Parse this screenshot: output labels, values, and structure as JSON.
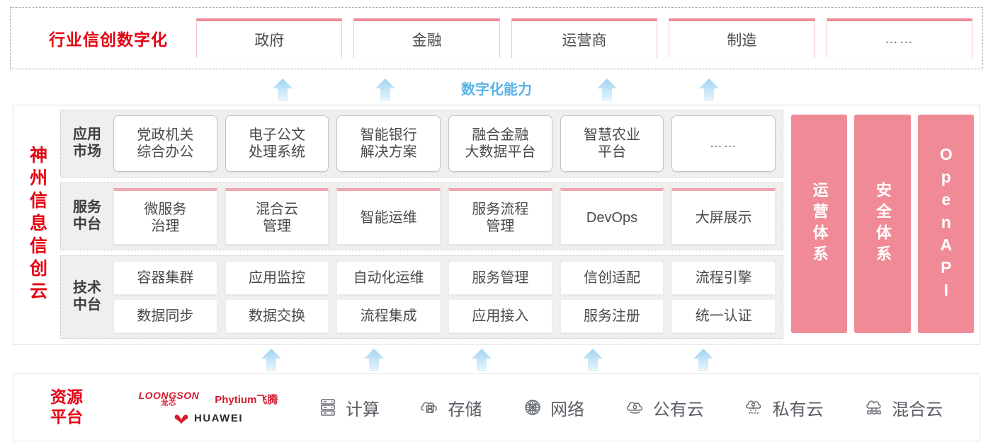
{
  "industry": {
    "title": "行业信创数字化",
    "cards": [
      {
        "label": "政府"
      },
      {
        "label": "金融"
      },
      {
        "label": "运营商"
      },
      {
        "label": "制造"
      },
      {
        "label": "……"
      }
    ]
  },
  "capability": {
    "label": "数字化能力",
    "arrow_count_top": 4,
    "arrow_count_bottom": 5,
    "arrow_color": "#bfe2f6"
  },
  "cloud": {
    "title": "神州信息信创云",
    "layers": [
      {
        "name": "app-market",
        "label": "应用\n市场",
        "cells": [
          {
            "label": "党政机关\n综合办公"
          },
          {
            "label": "电子公文\n处理系统"
          },
          {
            "label": "智能银行\n解决方案"
          },
          {
            "label": "融合金融\n大数据平台"
          },
          {
            "label": "智慧农业\n平台"
          },
          {
            "label": "……"
          }
        ]
      },
      {
        "name": "service-platform",
        "label": "服务\n中台",
        "cells": [
          {
            "label": "微服务\n治理"
          },
          {
            "label": "混合云\n管理"
          },
          {
            "label": "智能运维"
          },
          {
            "label": "服务流程\n管理"
          },
          {
            "label": "DevOps"
          },
          {
            "label": "大屏展示"
          }
        ]
      },
      {
        "name": "tech-platform",
        "label": "技术\n中台",
        "rows": [
          [
            {
              "label": "容器集群"
            },
            {
              "label": "应用监控"
            },
            {
              "label": "自动化运维"
            },
            {
              "label": "服务管理"
            },
            {
              "label": "信创适配"
            },
            {
              "label": "流程引擎"
            }
          ],
          [
            {
              "label": "数据同步"
            },
            {
              "label": "数据交换"
            },
            {
              "label": "流程集成"
            },
            {
              "label": "应用接入"
            },
            {
              "label": "服务注册"
            },
            {
              "label": "统一认证"
            }
          ]
        ]
      }
    ],
    "side_bars": [
      {
        "label": "运营体系",
        "script": "cjk"
      },
      {
        "label": "安全体系",
        "script": "cjk"
      },
      {
        "label": "OpenAPI",
        "script": "latin"
      }
    ]
  },
  "resource": {
    "title": "资源\n平台",
    "vendors": [
      {
        "name": "loongson-logo",
        "en": "LOONGSON",
        "cn": "龙芯"
      },
      {
        "name": "phytium-logo",
        "text": "Phytium飞腾"
      },
      {
        "name": "huawei-logo",
        "text": "HUAWEI"
      }
    ],
    "items": [
      {
        "icon": "server-icon",
        "label": "计算"
      },
      {
        "icon": "cloud-storage-icon",
        "label": "存储"
      },
      {
        "icon": "network-icon",
        "label": "网络"
      },
      {
        "icon": "public-cloud-icon",
        "label": "公有云"
      },
      {
        "icon": "private-cloud-icon",
        "label": "私有云"
      },
      {
        "icon": "hybrid-cloud-icon",
        "label": "混合云"
      }
    ]
  },
  "colors": {
    "brand_red": "#e60012",
    "accent_pink": "#ef8a96",
    "arrow_blue": "#bfe2f6",
    "capability_blue": "#58b2e8",
    "layer_bg": "#efefef"
  }
}
